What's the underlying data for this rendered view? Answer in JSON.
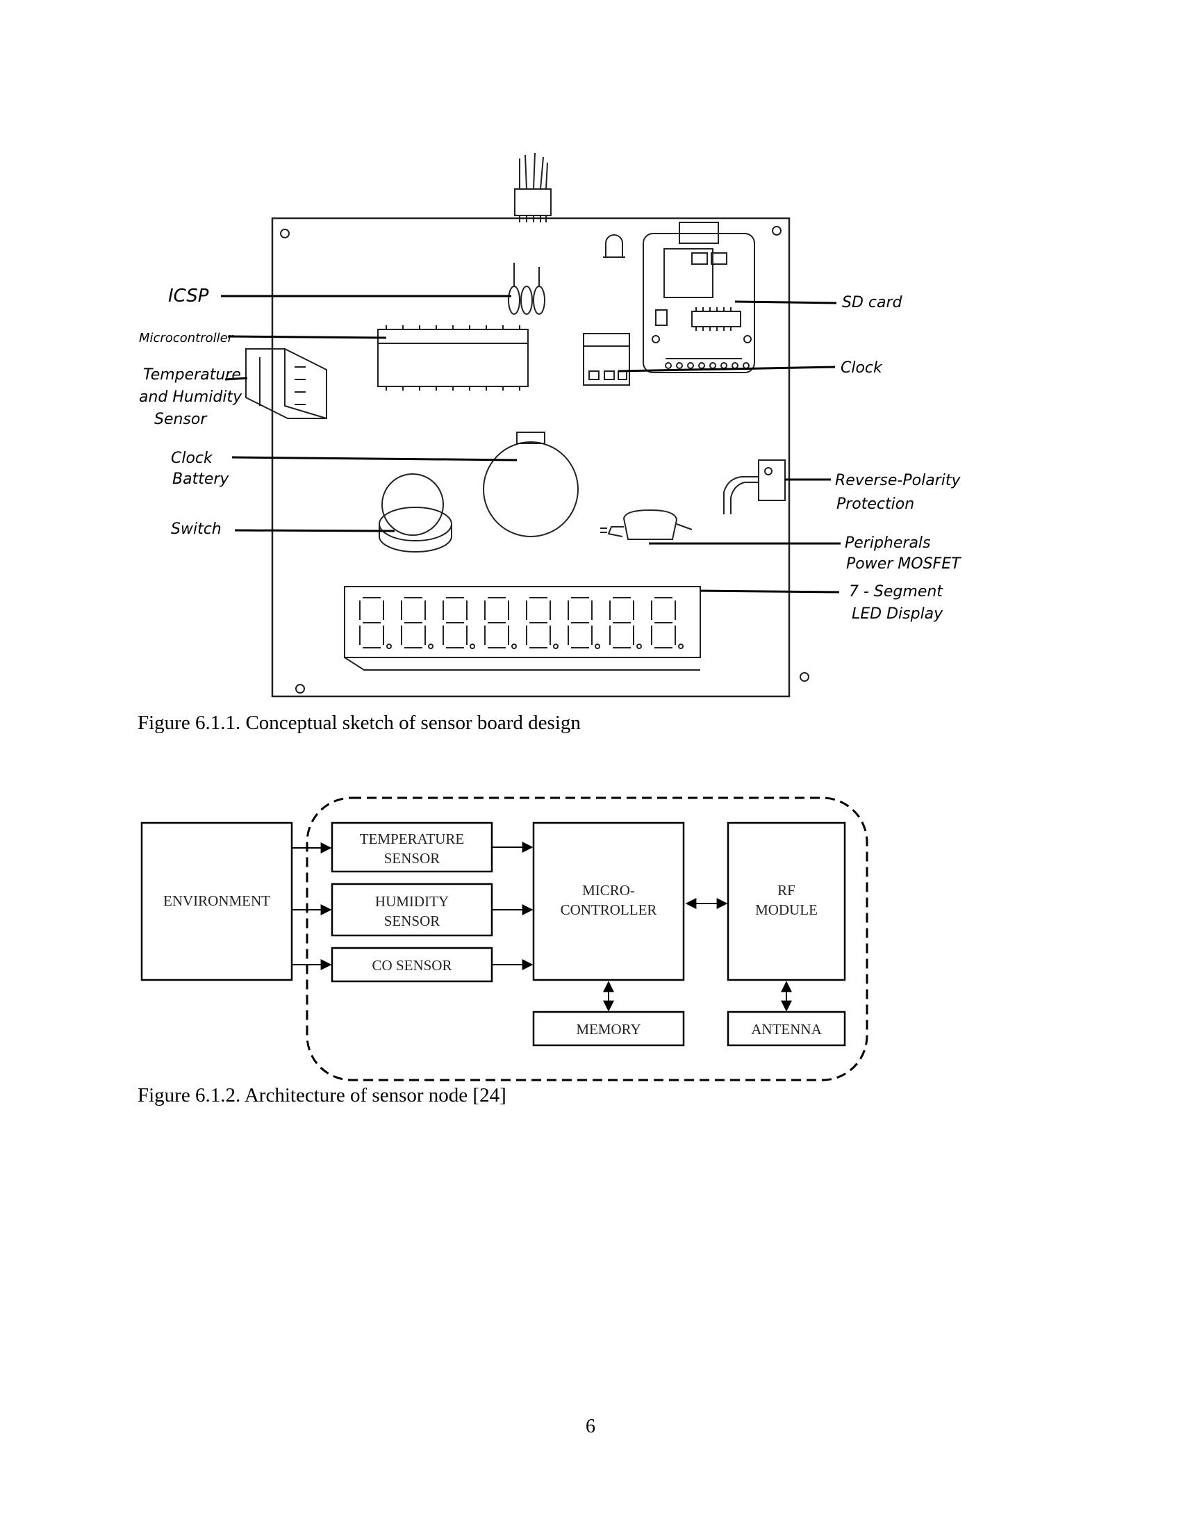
{
  "figure1": {
    "caption": "Figure 6.1.1. Conceptual sketch of sensor board design",
    "labels": {
      "icsp": "ICSP",
      "microcontroller": "Microcontroller",
      "temp_humidity_1": "Temperature",
      "temp_humidity_2": "and Humidity",
      "temp_humidity_3": "Sensor",
      "clock_battery_1": "Clock",
      "clock_battery_2": "Battery",
      "switch": "Switch",
      "sd_card": "SD card",
      "clock": "Clock",
      "reverse_polarity_1": "Reverse-Polarity",
      "reverse_polarity_2": "Protection",
      "mosfet_1": "Peripherals",
      "mosfet_2": "Power MOSFET",
      "display_1": "7 - Segment",
      "display_2": "LED Display"
    }
  },
  "figure2": {
    "caption": "Figure 6.1.2. Architecture of sensor node [24]",
    "blocks": {
      "environment": "ENVIRONMENT",
      "temperature_1": "TEMPERATURE",
      "temperature_2": "SENSOR",
      "humidity_1": "HUMIDITY",
      "humidity_2": "SENSOR",
      "co_sensor": "CO SENSOR",
      "micro_1": "MICRO-",
      "micro_2": "CONTROLLER",
      "rf_1": "RF",
      "rf_2": "MODULE",
      "memory": "MEMORY",
      "antenna": "ANTENNA"
    }
  },
  "page_number": "6"
}
